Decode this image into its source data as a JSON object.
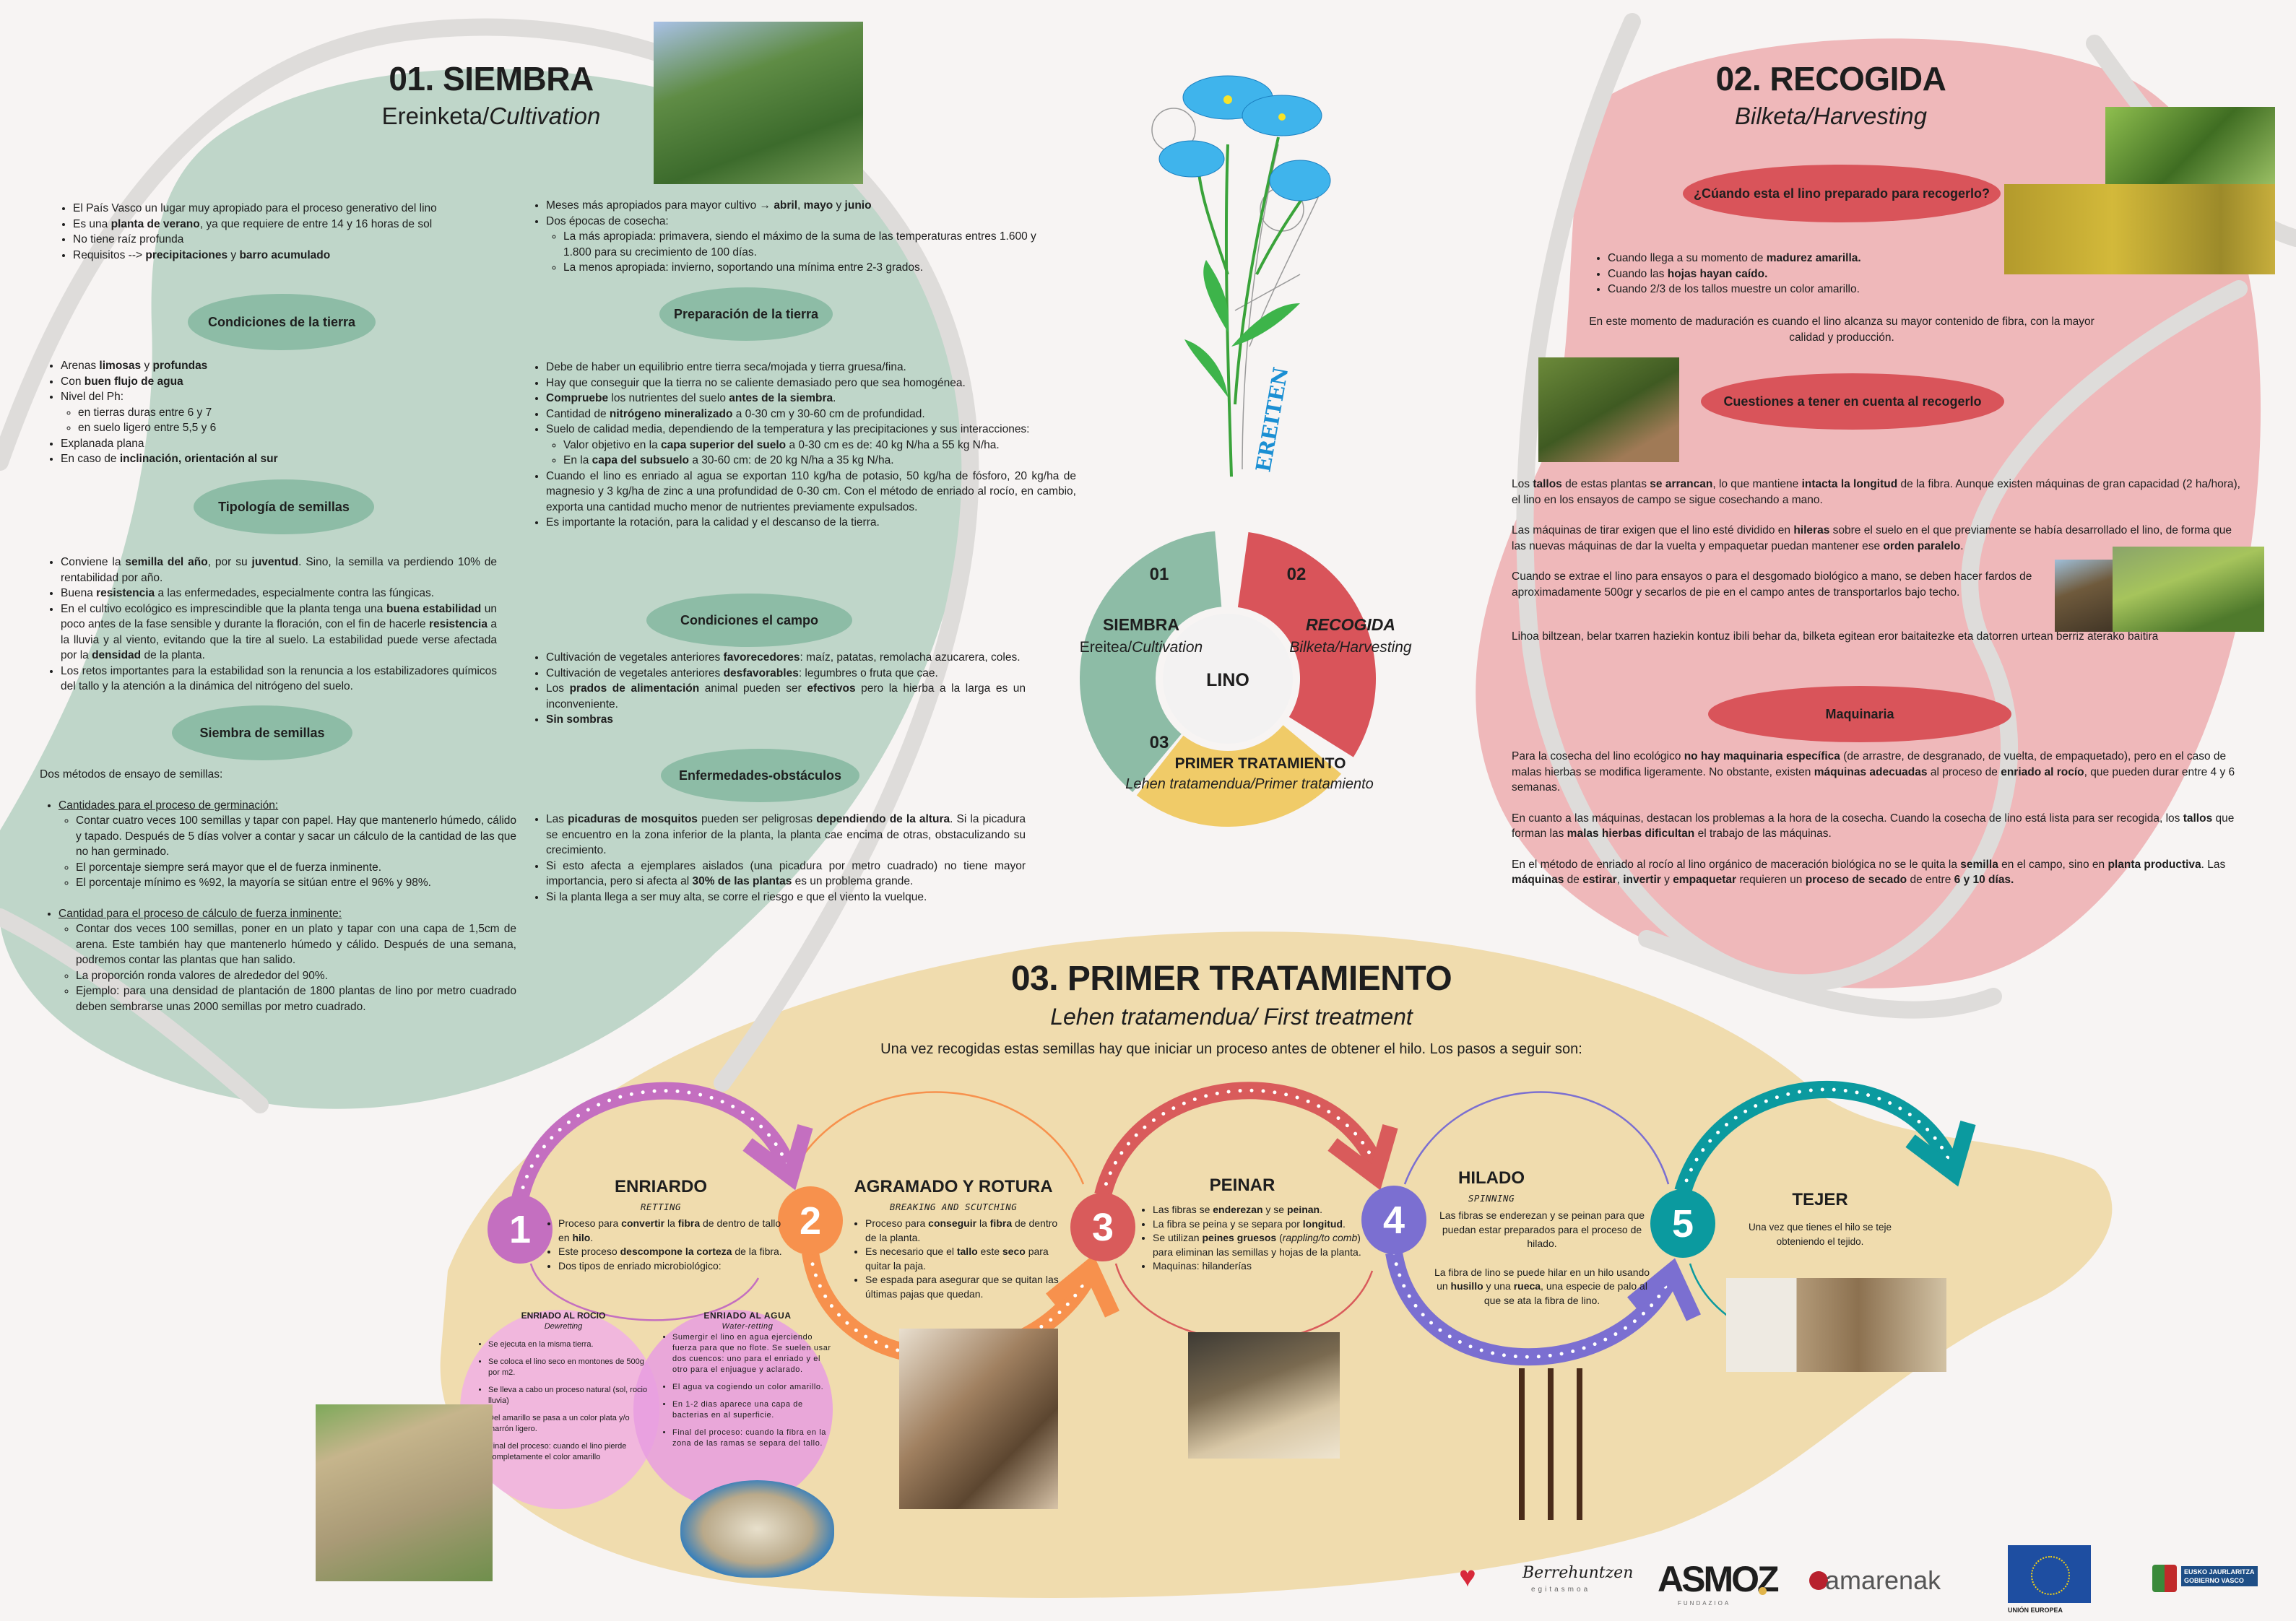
{
  "colors": {
    "green": "#8dbca6",
    "green_light": "#bfd6c9",
    "red": "#d9545a",
    "pink": "#efb8ba",
    "yellow": "#f0dcae",
    "step1": "#c46fc0",
    "step2": "#f7914d",
    "step3": "#d95b5b",
    "step4": "#7b6fd1",
    "step5": "#0b9a9f"
  },
  "siembra": {
    "title": "01. SIEMBRA",
    "subtitle": "Ereinketa/*Cultivation*",
    "intro": [
      "El País Vasco un lugar muy apropiado para el proceso generativo del lino",
      "Es una **planta de verano**, ya que requiere de entre 14 y 16 horas de sol",
      "No tiene raíz profunda",
      "Requisitos --> **precipitaciones** y **barro acumulado**"
    ],
    "cond_tierra": {
      "heading": "Condiciones de la tierra",
      "items": [
        "Arenas **limosas** y **profundas**",
        "Con **buen flujo de agua**",
        {
          "t": "Nivel del Ph:",
          "sub": [
            " en tierras duras entre 6 y 7",
            "en  suelo ligero entre 5,5 y 6"
          ]
        },
        "Explanada plana",
        " En caso de **inclinación, orientación al sur**"
      ]
    },
    "tipologia": {
      "heading": "Tipología de semillas",
      "items": [
        "Conviene la **semilla del año**, por su **juventud**. Sino, la semilla va perdiendo 10% de rentabilidad por año.",
        "Buena **resistencia** a las enfermedades, especialmente contra las fúngicas.",
        "En el cultivo ecológico es imprescindible que la planta tenga una **buena estabilidad** un poco antes de la fase sensible y durante la floración, con el fin de hacerle **resistencia** a la lluvia y al viento, evitando que la tire al suelo. La estabilidad puede verse afectada por la **densidad** de la planta.",
        "Los retos importantes para la estabilidad son la renuncia a los estabilizadores químicos del tallo y la atención a la dinámica del nitrógeno del suelo."
      ]
    },
    "siembra_semillas": {
      "heading": "Siembra de semillas",
      "intro": "Dos métodos de ensayo de semillas:",
      "items": [
        {
          "t": "Cantidades para el proceso de germinación: ",
          "u": true,
          "sub": [
            "Contar cuatro veces 100 semillas y tapar con papel. Hay que mantenerlo húmedo, cálido y tapado. Después de 5 días volver a contar y sacar un cálculo de la cantidad de las que no han germinado.",
            " El porcentaje siempre será mayor que el de fuerza inminente.",
            "El porcentaje mínimo es %92, la mayoría se sitúan entre el 96% y 98%."
          ]
        },
        {
          "t": "Cantidad para el proceso de cálculo de fuerza inminente:",
          "u": true,
          "sub": [
            "Contar dos veces 100 semillas, poner en un plato y tapar con una capa de 1,5cm de arena. Este también hay que mantenerlo húmedo y cálido. Después de una semana, podremos contar las plantas que han salido.",
            " La proporción ronda valores de alrededor del 90%.",
            "Ejemplo: para una densidad de plantación de 1800 plantas de lino por metro cuadrado deben sembrarse unas 2000 semillas por metro cuadrado."
          ]
        }
      ]
    },
    "meses": [
      "Meses más apropiados para mayor cultivo → **abril**, **mayo** y **junio**",
      {
        "t": "Dos épocas de cosecha:",
        "sub": [
          "La más apropiada: primavera, siendo el máximo de la suma de las temperaturas entres 1.600 y 1.800 para su crecimiento de 100 días.",
          "La menos apropiada: invierno, soportando una mínima entre 2-3 grados."
        ]
      }
    ],
    "preparacion": {
      "heading": "Preparación de la tierra",
      "items": [
        "Debe de haber un equilibrio entre tierra seca/mojada y tierra gruesa/fina.",
        " Hay que conseguir que la tierra no se caliente demasiado pero que sea homogénea.",
        "**Compruebe** los nutrientes del suelo **antes de la siembra**.",
        "Cantidad de **nitrógeno mineralizado** a 0-30 cm y 30-60 cm de profundidad.",
        {
          "t": "Suelo de calidad media, dependiendo de la temperatura y las precipitaciones y sus interacciones:",
          "sub": [
            "Valor objetivo en la **capa superior del suelo** a 0-30 cm es de: 40 kg N/ha a 55 kg N/ha.",
            "En la **capa del subsuelo** a 30-60 cm: de 20 kg N/ha a 35 kg N/ha."
          ]
        },
        "Cuando el lino es enriado al agua se exportan 110 kg/ha de potasio, 50 kg/ha de fósforo, 20 kg/ha de magnesio y 3 kg/ha de zinc a una profundidad de 0-30 cm. Con el método de enriado al rocío, en cambio, exporta una cantidad mucho menor de nutrientes previamente expulsados.",
        "Es importante la rotación, para la calidad y el descanso de la tierra."
      ]
    },
    "campo": {
      "heading": "Condiciones el campo",
      "items": [
        "Cultivación de vegetales anteriores **favorecedores**: maíz, patatas, remolacha azucarera, coles.",
        "Cultivación de vegetales anteriores **desfavorables**: legumbres o fruta que cae.",
        "Los **prados de alimentación** animal pueden ser **efectivos** pero la hierba a la larga es un inconveniente.",
        "**Sin sombras**"
      ]
    },
    "enfermedades": {
      "heading": "Enfermedades-obstáculos",
      "items": [
        "Las **picaduras de mosquitos** pueden ser peligrosas **dependiendo de la altura**. Si la picadura se encuentro en la zona inferior de la planta, la planta cae encima de otras, obstaculizando su crecimiento.",
        "Si esto afecta a ejemplares aislados (una picadura por metro cuadrado) no tiene mayor importancia, pero si afecta al **30% de las plantas** es un problema grande.",
        "Si la planta llega a ser muy alta, se corre el riesgo e que el viento la vuelque."
      ]
    }
  },
  "center": {
    "flower_label": "EREITEN",
    "cycle": {
      "center": "LINO",
      "segments": [
        {
          "num": "01",
          "name": "SIEMBRA",
          "sub": "Ereitea/*Cultivation*"
        },
        {
          "num": "02",
          "name": "RECOGIDA",
          "sub": "*Bilketa/Harvesting*"
        },
        {
          "num": "03",
          "name": "PRIMER TRATAMIENTO",
          "sub": "*Lehen tratamendua/Primer tratamiento*"
        }
      ]
    }
  },
  "recogida": {
    "title": "02. RECOGIDA",
    "subtitle": "*Bilketa/Harvesting*",
    "q1": {
      "heading": "¿Cúando esta el lino preparado para recogerlo?",
      "items": [
        "Cuando llega a su momento de **madurez amarilla.**",
        "Cuando las **hojas hayan caído.**",
        "Cuando 2/3 de los tallos muestre un color amarillo."
      ],
      "note": "En este momento de maduración es cuando el lino alcanza su mayor contenido de fibra, con la mayor calidad y producción."
    },
    "cuestiones": {
      "heading": "Cuestiones a tener en cuenta al recogerlo",
      "paragraphs": [
        "Los **tallos** de estas plantas **se arrancan**, lo que mantiene **intacta la longitud** de la fibra. Aunque existen máquinas de gran capacidad (2 ha/hora), el lino en los ensayos de campo se sigue cosechando a mano.",
        "Las máquinas de tirar exigen que el lino esté dividido en **hileras** sobre el suelo en el que previamente se había desarrollado el lino, de forma que las nuevas máquinas de dar la vuelta y empaquetar puedan mantener ese **orden paralelo**.",
        "Cuando se extrae el lino para ensayos o para el desgomado biológico a mano, se deben hacer fardos de aproximadamente 500gr y secarlos de pie en el campo antes de transportarlos bajo techo.",
        "Lihoa biltzean, belar txarren haziekin kontuz ibili behar da, bilketa egitean eror baitaitezke eta datorren urtean berriz aterako baitira"
      ]
    },
    "maquinaria": {
      "heading": "Maquinaria",
      "paragraphs": [
        "Para la cosecha del lino ecológico **no hay maquinaria específica** (de arrastre, de desgranado, de vuelta, de empaquetado), pero en el caso de malas hierbas se modifica ligeramente. No obstante, existen **máquinas adecuadas** al proceso de **enriado al rocío**, que pueden durar entre 4 y 6 semanas.",
        "En cuanto a las máquinas, destacan los problemas a la hora de la cosecha. Cuando la cosecha de lino está lista para ser recogida, los **tallos** que forman las **malas hierbas dificultan** el trabajo de las máquinas.",
        "En el método de enriado al rocío al lino orgánico de maceración biológica no se le quita la **semilla** en el campo, sino en **planta productiva**. Las **máquinas** de **estirar**, **invertir** y **empaquetar** requieren un **proceso de secado** de entre **6 y 10 días.**"
      ]
    }
  },
  "tratamiento": {
    "title": "03. PRIMER TRATAMIENTO",
    "subtitle": "Lehen tratamendua/ First treatment",
    "intro": "Una vez recogidas estas semillas hay que iniciar un proceso antes de obtener el hilo. Los pasos a seguir son:",
    "steps": [
      {
        "num": "1",
        "title": "ENRIARDO",
        "sub": "RETTING",
        "items": [
          "Proceso para **convertir** la **fibra** de dentro de tallo en **hilo**.",
          "Este proceso **descompone la corteza** de la fibra.",
          "Dos tipos de enriado microbiológico:"
        ]
      },
      {
        "num": "2",
        "title": "AGRAMADO Y ROTURA",
        "sub": "BREAKING AND SCUTCHING",
        "items": [
          "Proceso para **conseguir** la **fibra** de dentro de la planta.",
          "Es necesario que el **tallo** este **seco** para  quitar la paja.",
          "Se espada para asegurar que se quitan  las últimas pajas que quedan."
        ]
      },
      {
        "num": "3",
        "title": "PEINAR",
        "items": [
          "Las fibras se **enderezan** y se **peinan**.",
          "La fibra se peina y se separa por **longitud**.",
          "Se utilizan **peines gruesos** (*rappling/to comb*) para eliminan las semillas y hojas de la planta.",
          "Maquinas: hilanderías"
        ]
      },
      {
        "num": "4",
        "title": "HILADO",
        "sub": "SPINNING",
        "paragraphs": [
          "Las fibras se enderezan y se peinan para que puedan estar preparados para el proceso de hilado.",
          "La fibra de lino se puede hilar en un hilo usando un **husillo** y una **rueca**, una especie de palo al que se ata la fibra de lino."
        ]
      },
      {
        "num": "5",
        "title": "TEJER",
        "paragraphs": [
          "Una vez que tienes el hilo se teje obteniendo el tejido."
        ]
      }
    ],
    "venn": [
      {
        "title": "ENRIADO AL ROCIO",
        "sub": "Dewretting",
        "items": [
          "Se ejecuta en la misma tierra.",
          "Se coloca el lino seco en montones de 500g por m2.",
          "Se lleva a cabo un proceso natural (sol, rocio lluvia)",
          "Del amarillo se pasa a un color plata y/o marrón ligero.",
          "Final del proceso: cuando el lino pierde completamente el color amarillo"
        ]
      },
      {
        "title": "ENRIADO AL AGUA",
        "sub": "Water-retting",
        "items": [
          "Sumergir el lino en agua ejerciendo fuerza para que no flote. Se suelen usar dos cuencos: uno para el enriado y el  otro para el enjuague y aclarado.",
          "El agua va cogiendo un color amarillo.",
          "En 1-2 dias aparece una capa de bacterias en al superficie.",
          "Final del proceso: cuando la fibra en la zona de las ramas se separa del tallo."
        ]
      }
    ]
  },
  "logos": {
    "berrehuntzen": {
      "name": "Berrehuntzen",
      "tag": "egitasmoa"
    },
    "asmoz": {
      "name": "ASMOZ",
      "tag": "FUNDAZIOA"
    },
    "amarenak": {
      "name": "amarenak"
    },
    "eu": {
      "name": "UNIÓN EUROPEA"
    },
    "gv": {
      "line1": "EUSKO JAURLARITZA",
      "line2": "GOBIERNO VASCO"
    }
  }
}
